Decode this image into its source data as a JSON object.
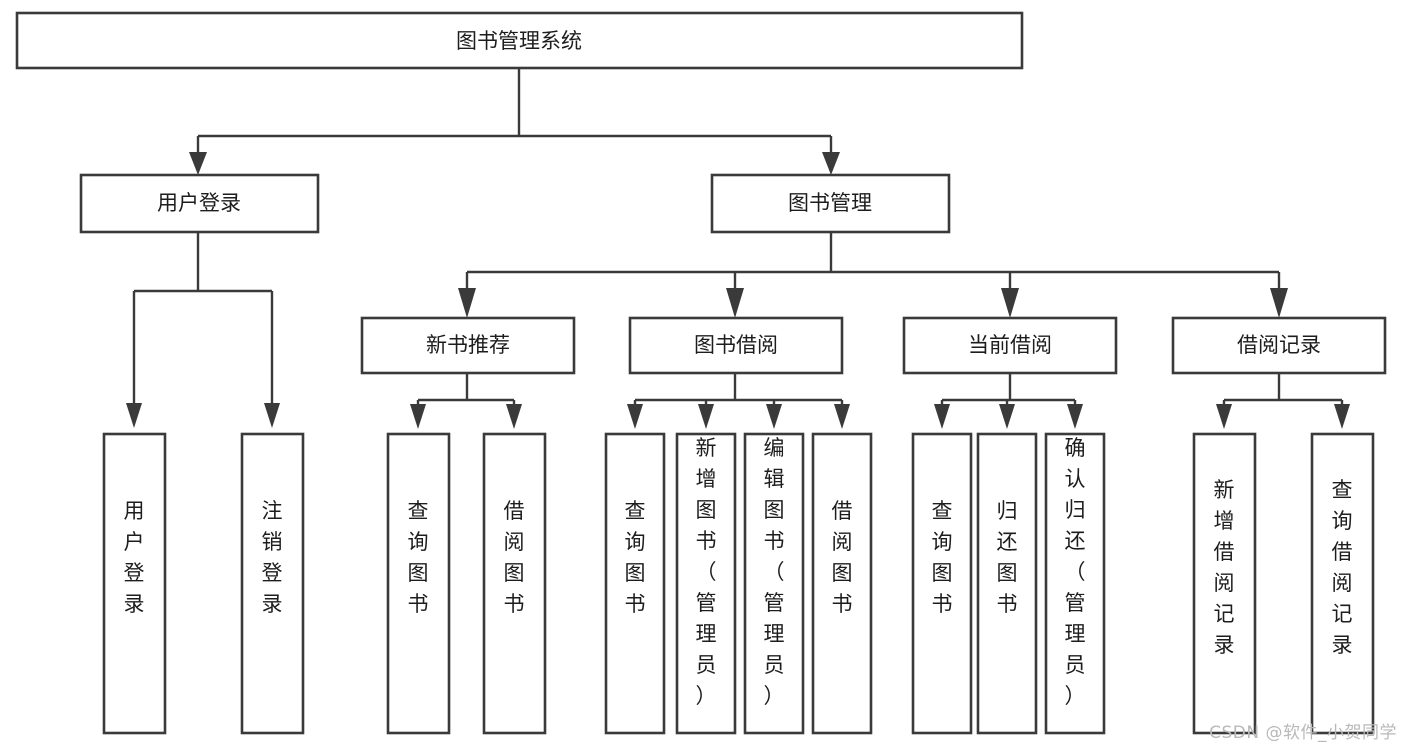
{
  "diagram": {
    "type": "tree",
    "title": "图书管理系统",
    "orientation": "top-down",
    "watermark": "CSDN @软件_小贺同学",
    "colors": {
      "background": "#ffffff",
      "box_stroke": "#3a3a3a",
      "box_fill": "#ffffff",
      "text": "#1d1d1d",
      "watermark": "#b9b9b9"
    },
    "levels": {
      "root": {
        "label": "图书管理系统"
      },
      "level2": [
        {
          "label": "用户登录"
        },
        {
          "label": "图书管理"
        }
      ],
      "level3": [
        {
          "label": "新书推荐"
        },
        {
          "label": "图书借阅"
        },
        {
          "label": "当前借阅"
        },
        {
          "label": "借阅记录"
        }
      ],
      "leaves": [
        {
          "label": "用户登录",
          "parent": "用户登录"
        },
        {
          "label": "注销登录",
          "parent": "用户登录"
        },
        {
          "label": "查询图书",
          "parent": "新书推荐"
        },
        {
          "label": "借阅图书",
          "parent": "新书推荐"
        },
        {
          "label": "查询图书",
          "parent": "图书借阅"
        },
        {
          "label": "新增图书（管理员）",
          "parent": "图书借阅"
        },
        {
          "label": "编辑图书（管理员）",
          "parent": "图书借阅"
        },
        {
          "label": "借阅图书",
          "parent": "图书借阅"
        },
        {
          "label": "查询图书",
          "parent": "当前借阅"
        },
        {
          "label": "归还图书",
          "parent": "当前借阅"
        },
        {
          "label": "确认归还（管理员）",
          "parent": "当前借阅"
        },
        {
          "label": "新增借阅记录",
          "parent": "借阅记录"
        },
        {
          "label": "查询借阅记录",
          "parent": "借阅记录"
        }
      ]
    }
  }
}
